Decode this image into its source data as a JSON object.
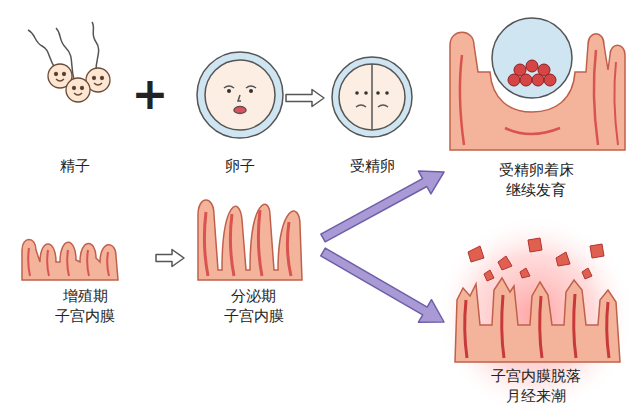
{
  "diagram": {
    "nodes": [
      {
        "text": [
          "精子"
        ]
      },
      {
        "text": [
          "卵子"
        ]
      },
      {
        "text": [
          "受精卵"
        ]
      },
      {
        "text": [
          "受精卵着床 继续发育"
        ]
      },
      {
        "text": [
          "增殖期 子宫内膜"
        ]
      },
      {
        "text": [
          "分泌期 子宫内膜"
        ]
      },
      {
        "text": [
          "子宫内膜脱落 月经来潮"
        ]
      }
    ],
    "edges": [
      {
        "from": 1,
        "to": 2,
        "arrow": "to"
      },
      {
        "from": 4,
        "to": 5,
        "arrow": "to"
      },
      {
        "from": 5,
        "to": 3,
        "arrow": "to"
      },
      {
        "from": 5,
        "to": 6,
        "arrow": "to"
      }
    ],
    "labels": [
      "+"
    ]
  }
}
